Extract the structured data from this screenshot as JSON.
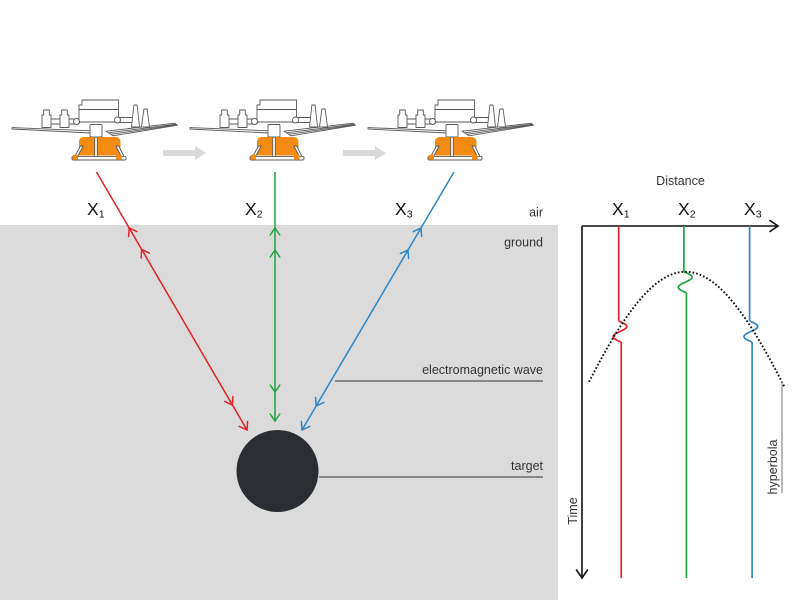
{
  "scene": {
    "layers": {
      "air_label": "air",
      "ground_label": "ground"
    },
    "annotations": {
      "wave_label": "electromagnetic wave",
      "target_label": "target"
    },
    "positions": [
      {
        "letter": "X",
        "subscript": "1",
        "wave_color": "#e2222a"
      },
      {
        "letter": "X",
        "subscript": "2",
        "wave_color": "#1ea33f"
      },
      {
        "letter": "X",
        "subscript": "3",
        "wave_color": "#2d86c9"
      }
    ],
    "icons": {
      "survey_platform": "drone-icon",
      "movement": "arrow-right-icon",
      "wave_direction": "chevron-arrow-icon"
    }
  },
  "radargram": {
    "x_axis_label": "Distance",
    "y_axis_label": "Time",
    "curve_label": "hyperbola",
    "traces": [
      {
        "letter": "X",
        "subscript": "1",
        "color": "#e2222a",
        "distance_frac": 0.187,
        "reflection_time_frac": 0.27
      },
      {
        "letter": "X",
        "subscript": "2",
        "color": "#1ea33f",
        "distance_frac": 0.52,
        "reflection_time_frac": 0.13
      },
      {
        "letter": "X",
        "subscript": "3",
        "color": "#2d86c9",
        "distance_frac": 0.855,
        "reflection_time_frac": 0.27
      }
    ]
  },
  "colors": {
    "ground": "#dcdbdb",
    "target": "#2a2e33",
    "payload": "#f38a12",
    "motion_arrow": "#d9d9d9",
    "axis": "#111111",
    "hyperbola": "#111111"
  }
}
